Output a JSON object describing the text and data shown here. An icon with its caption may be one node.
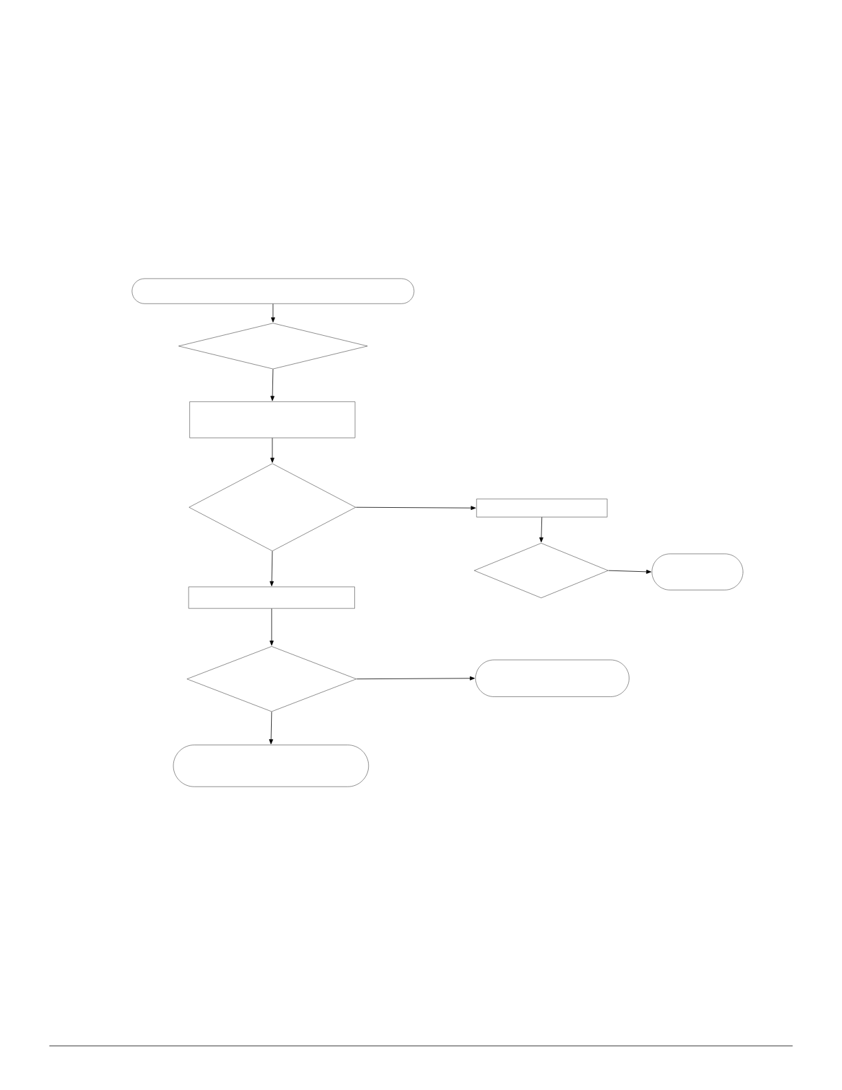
{
  "diagram": {
    "nodes": [
      {
        "text": [],
        "shape": "pill"
      },
      {
        "text": [],
        "shape": "diamond"
      },
      {
        "text": [],
        "shape": "box"
      },
      {
        "text": [],
        "shape": "diamond"
      },
      {
        "text": [],
        "shape": "box"
      },
      {
        "text": [],
        "shape": "diamond"
      },
      {
        "text": [],
        "shape": "pill"
      },
      {
        "text": [],
        "shape": "box"
      },
      {
        "text": [],
        "shape": "diamond"
      },
      {
        "text": [],
        "shape": "pill"
      },
      {
        "text": [],
        "shape": "pill"
      }
    ],
    "edges": [
      {
        "from": 0,
        "to": 1,
        "arrow": "to"
      },
      {
        "from": 1,
        "to": 2,
        "arrow": "to"
      },
      {
        "from": 2,
        "to": 3,
        "arrow": "to"
      },
      {
        "from": 3,
        "to": 4,
        "arrow": "to"
      },
      {
        "from": 4,
        "to": 5,
        "arrow": "to"
      },
      {
        "from": 5,
        "to": 6,
        "arrow": "to"
      },
      {
        "from": 3,
        "to": 7,
        "arrow": "to"
      },
      {
        "from": 7,
        "to": 8,
        "arrow": "to"
      },
      {
        "from": 8,
        "to": 9,
        "arrow": "to"
      },
      {
        "from": 8,
        "to": 10,
        "arrow": "to"
      }
    ]
  }
}
